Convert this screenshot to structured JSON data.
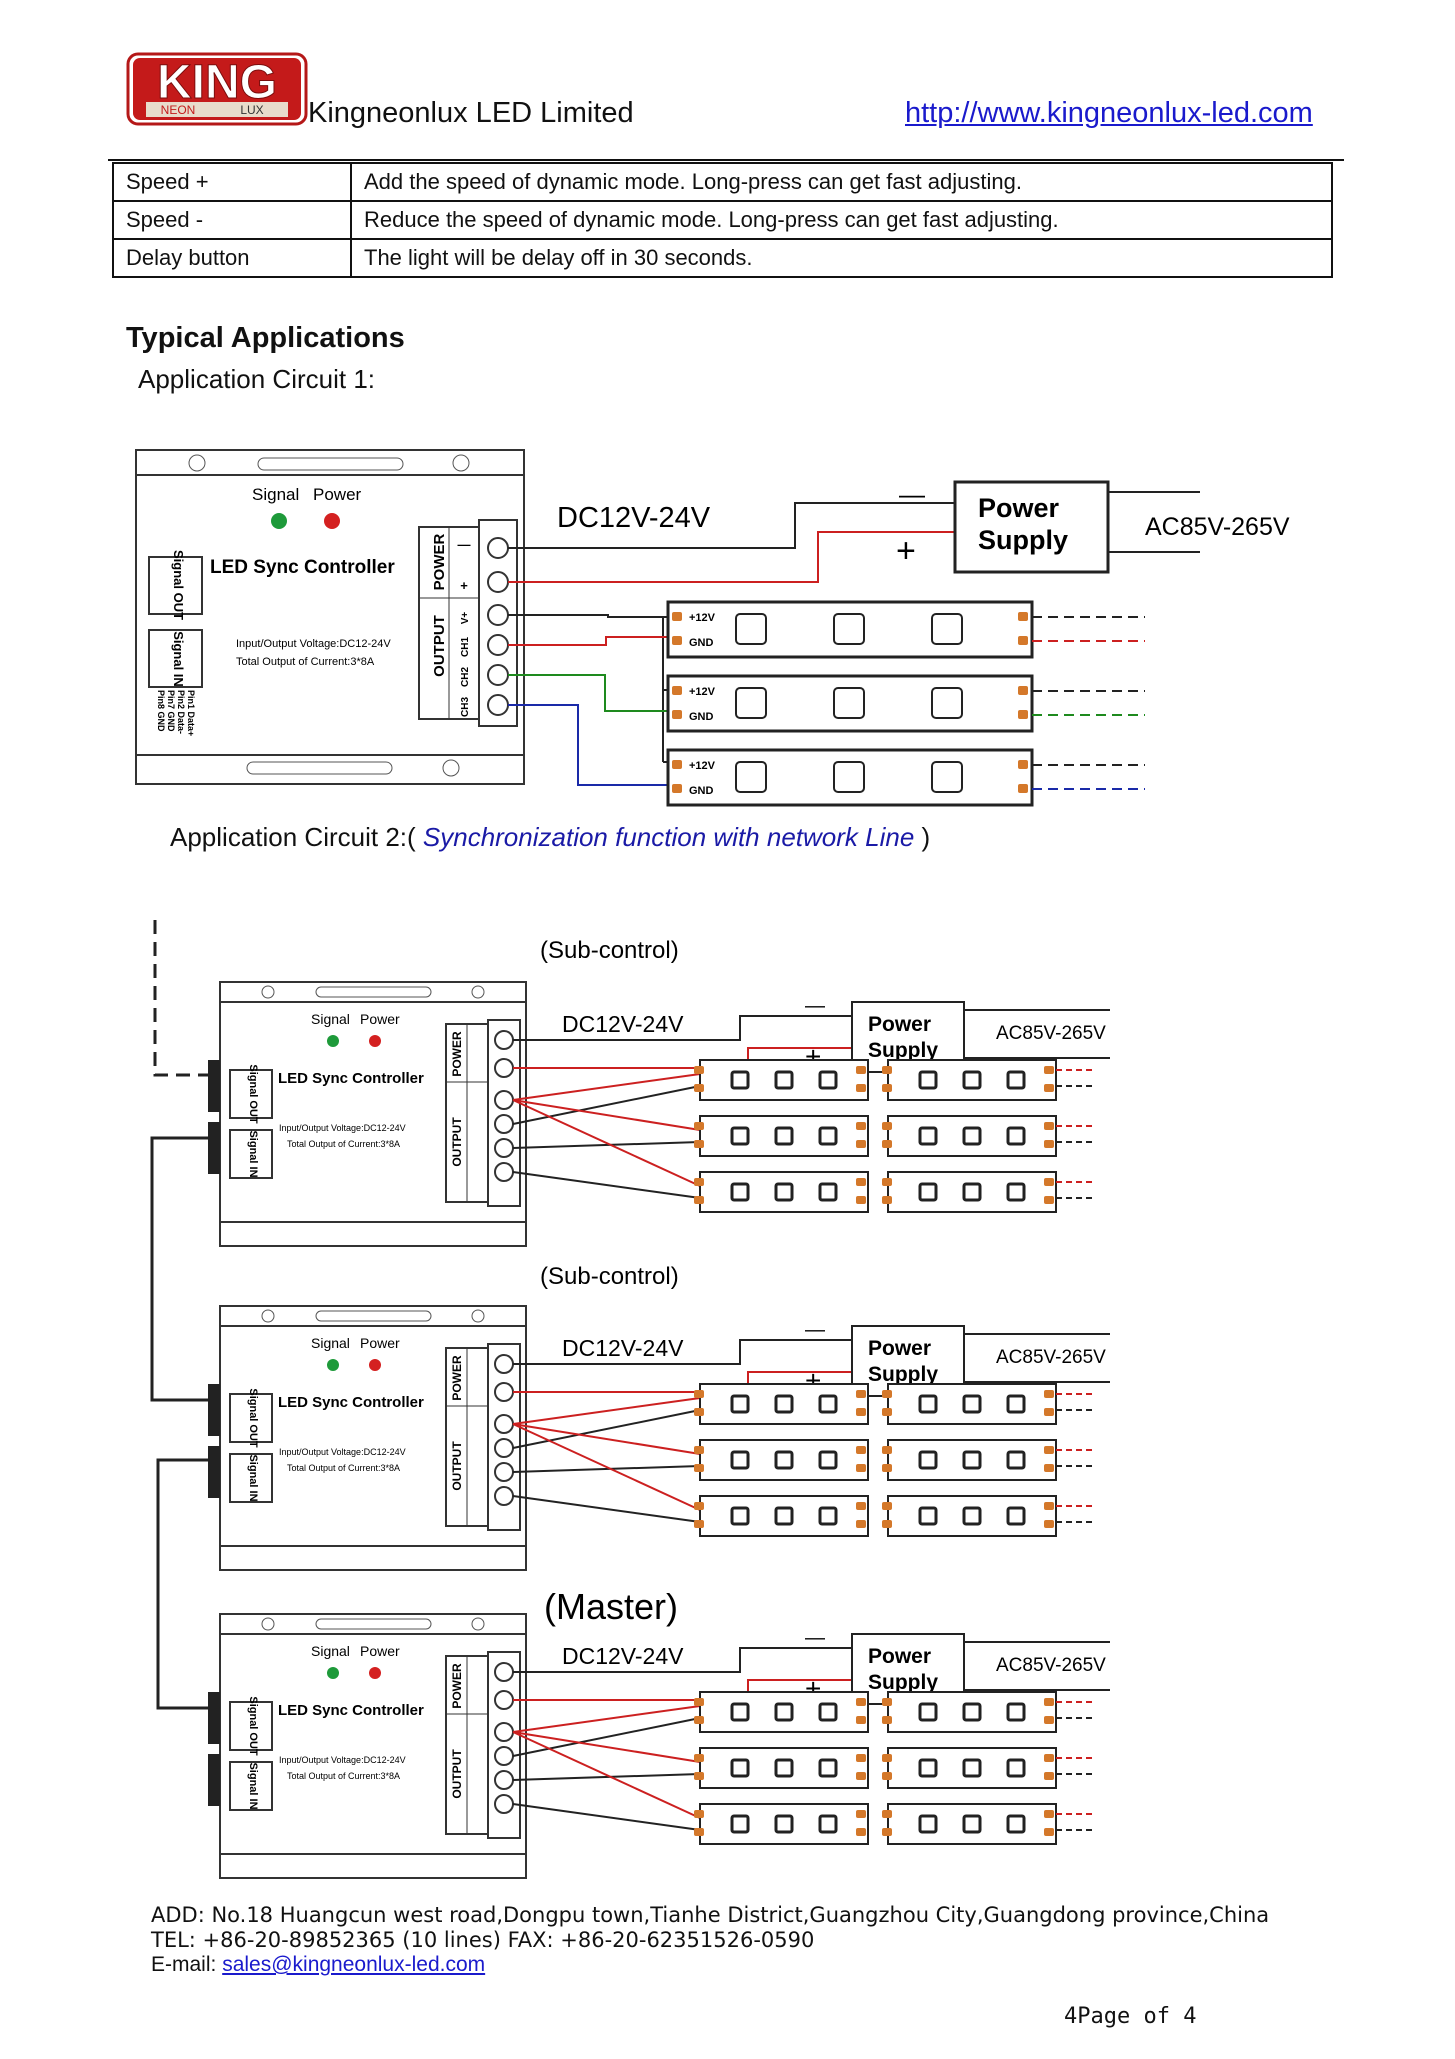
{
  "header": {
    "logo_main": "KING",
    "logo_sub_left": "NEON",
    "logo_sub_right": "LUX",
    "company": "Kingneonlux LED Limited",
    "url": "http://www.kingneonlux-led.com"
  },
  "buttons_table": [
    {
      "key": "Speed +",
      "desc": "Add the speed of dynamic mode. Long-press can get fast adjusting."
    },
    {
      "key": "Speed -",
      "desc": "Reduce the speed of dynamic mode. Long-press can get fast adjusting."
    },
    {
      "key": "Delay button",
      "desc": "The light will be delay off in 30 seconds."
    }
  ],
  "section_title": "Typical Applications",
  "circuit1": {
    "label": "Application Circuit 1:",
    "dc": "DC12V-24V",
    "ac": "AC85V-265V",
    "power_supply_line1": "Power",
    "power_supply_line2": "Supply",
    "minus": "—",
    "plus": "+",
    "signal": "Signal",
    "power": "Power",
    "controller": "LED Sync Controller",
    "signal_out": "Signal OUT",
    "signal_in": "Signal IN",
    "spec1": "Input/Output Voltage:DC12-24V",
    "spec2": "Total Output of Current:3*8A",
    "power_term": "POWER",
    "output_term": "OUTPUT",
    "ch1": "CH1",
    "ch2": "CH2",
    "ch3": "CH3",
    "vplus": "V+",
    "pin1": "Pin1 Data+",
    "pin2": "Pin2 Data-",
    "pin7": "Pin7 GND",
    "pin8": "Pin8 GND",
    "strip_plus": "+12V",
    "strip_gnd": "GND"
  },
  "circuit2": {
    "label_prefix": "Application Circuit 2:(",
    "label_emph": "Synchronization function with network Line",
    "label_suffix": ")",
    "sub_control": "(Sub-control)",
    "master": "(Master)",
    "dc": "DC12V-24V",
    "ac": "AC85V-265V",
    "power_supply_line1": "Power",
    "power_supply_line2": "Supply"
  },
  "footer": {
    "address": "ADD: No.18 Huangcun west road,Dongpu town,Tianhe District,Guangzhou City,Guangdong province,China",
    "tel": "TEL: +86-20-89852365 (10 lines) FAX: +86-20-62351526-0590",
    "email_prefix": "E-mail: ",
    "email": "sales@kingneonlux-led.com",
    "page": "4Page  of  4"
  },
  "colors": {
    "logo_red": "#c41a1a",
    "link_blue": "#1a1acc",
    "wire_red": "#cc2020",
    "wire_green": "#1e8a1e",
    "wire_blue": "#1a2aa8",
    "led_green": "#1e9a3a",
    "led_red": "#d42020",
    "terminal_orange": "#d4782a"
  }
}
